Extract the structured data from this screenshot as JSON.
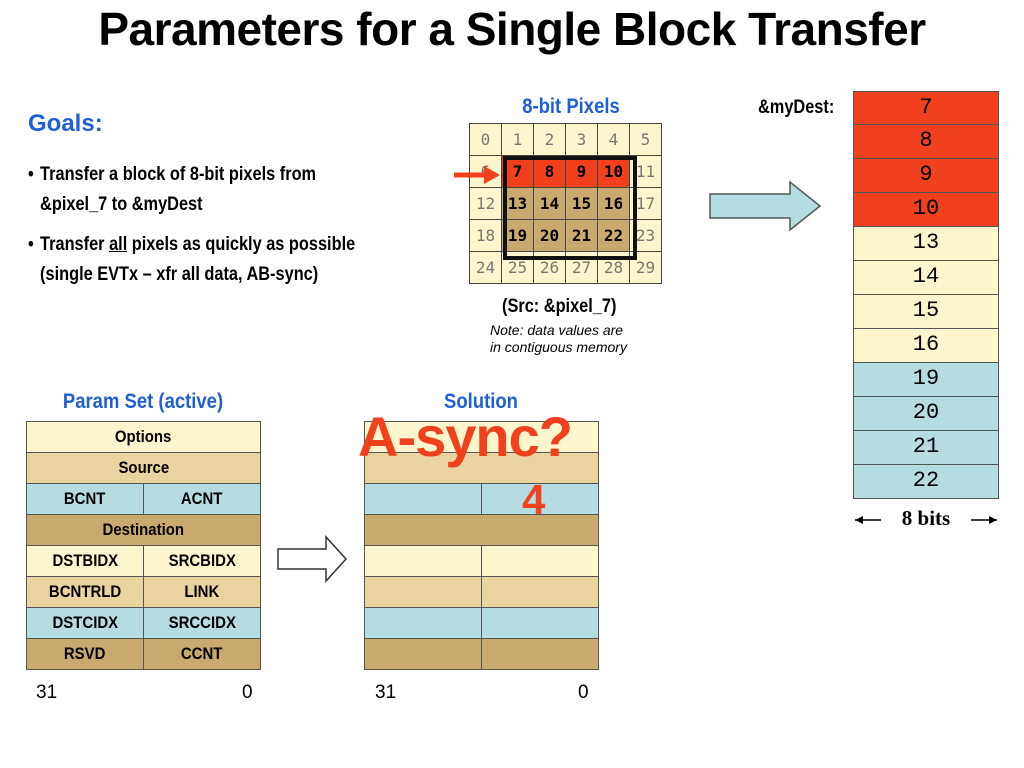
{
  "title": "Parameters for a Single Block Transfer",
  "goals": {
    "heading": "Goals:",
    "bullets": [
      {
        "line1": "Transfer a block of 8-bit pixels from",
        "line2": "&pixel_7 to &myDest"
      },
      {
        "line1_pre": "Transfer ",
        "line1_u": "all",
        "line1_post": " pixels as quickly as possible",
        "line2": "(single EVTx – xfr all data, AB-sync)"
      }
    ]
  },
  "pixels": {
    "heading": "8-bit Pixels",
    "rows": [
      [
        "0",
        "1",
        "2",
        "3",
        "4",
        "5"
      ],
      [
        "6",
        "7",
        "8",
        "9",
        "10",
        "11"
      ],
      [
        "12",
        "13",
        "14",
        "15",
        "16",
        "17"
      ],
      [
        "18",
        "19",
        "20",
        "21",
        "22",
        "23"
      ],
      [
        "24",
        "25",
        "26",
        "27",
        "28",
        "29"
      ]
    ],
    "src_label": "(Src:  &pixel_7)",
    "note_line1": "Note: data values are",
    "note_line2": "in contiguous memory"
  },
  "dest": {
    "label": "&myDest:",
    "values": [
      "7",
      "8",
      "9",
      "10",
      "13",
      "14",
      "15",
      "16",
      "19",
      "20",
      "21",
      "22"
    ],
    "width_label": "8 bits"
  },
  "param_set": {
    "heading": "Param Set (active)",
    "options": "Options",
    "source": "Source",
    "bcnt": "BCNT",
    "acnt": "ACNT",
    "destination": "Destination",
    "dstbidx": "DSTBIDX",
    "srcbidx": "SRCBIDX",
    "bcntrld": "BCNTRLD",
    "link": "LINK",
    "dstcidx": "DSTCIDX",
    "srccidx": "SRCCIDX",
    "rsvd": "RSVD",
    "ccnt": "CCNT",
    "bit_hi": "31",
    "bit_lo": "0"
  },
  "solution": {
    "heading": "Solution",
    "overlay": "A-sync?",
    "value": "4",
    "bit_hi": "31",
    "bit_lo": "0"
  },
  "colors": {
    "accent_blue": "#1f5fd6",
    "red": "#f0401e",
    "light_yellow": "#fdf6cc",
    "teal": "#b5dce0",
    "tan": "#c8aa6e"
  }
}
